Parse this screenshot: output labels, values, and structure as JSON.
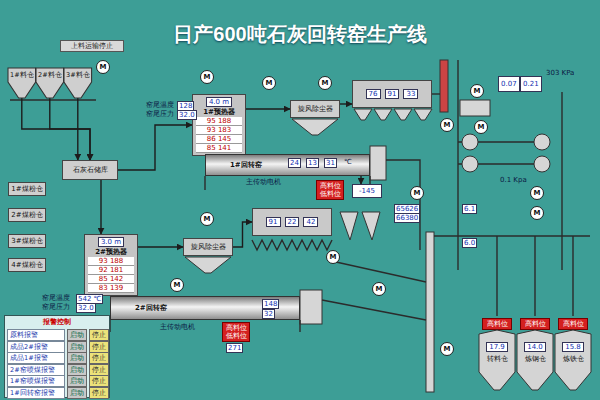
{
  "diagram": {
    "title": "日产600吨石灰回转窑生产线",
    "nodes": [
      {
        "text": [
          "上料运输停止"
        ]
      },
      {
        "text": [
          "1#料仓"
        ]
      },
      {
        "text": [
          "2#料仓"
        ]
      },
      {
        "text": [
          "3#料仓"
        ]
      },
      {
        "text": [
          "石灰石储库"
        ]
      },
      {
        "text": [
          "1#煤粉仓"
        ]
      },
      {
        "text": [
          "2#煤粉仓"
        ]
      },
      {
        "text": [
          "3#煤粉仓"
        ]
      },
      {
        "text": [
          "4#煤粉仓"
        ]
      },
      {
        "text": [
          "4.0 m",
          "1#预热器",
          "95 188",
          "93 183",
          "86 145",
          "85 141"
        ]
      },
      {
        "text": [
          "旋风除尘器"
        ]
      },
      {
        "text": [
          "76",
          "91",
          "33"
        ]
      },
      {
        "text": [
          "1#回转窑"
        ]
      },
      {
        "text": [
          "高料位",
          "低料位"
        ]
      },
      {
        "text": [
          "-145"
        ]
      },
      {
        "text": [
          "旋风除尘器"
        ]
      },
      {
        "text": [
          "91",
          "22",
          "42"
        ]
      },
      {
        "text": [
          "3.0 m",
          "2#预热器",
          "93 188",
          "92 181",
          "85 142",
          "83 139"
        ]
      },
      {
        "text": [
          "2#回转窑"
        ]
      },
      {
        "text": [
          "高料位",
          "低料位"
        ]
      },
      {
        "text": [
          "0.07"
        ]
      },
      {
        "text": [
          "0.21"
        ]
      },
      {
        "text": [
          "高料位"
        ]
      },
      {
        "text": [
          "17.9",
          "转料仓"
        ]
      },
      {
        "text": [
          "高料位"
        ]
      },
      {
        "text": [
          "14.0",
          "炼钢仓"
        ]
      },
      {
        "text": [
          "高料位"
        ]
      },
      {
        "text": [
          "15.8",
          "炼铁仓"
        ]
      },
      {
        "text": [
          "报警控制"
        ]
      },
      {
        "text": [
          "原料报警"
        ],
        "in": 28
      },
      {
        "text": [
          "启动"
        ],
        "in": 28
      },
      {
        "text": [
          "停止"
        ],
        "in": 28
      },
      {
        "text": [
          "成品2#报警"
        ],
        "in": 28
      },
      {
        "text": [
          "启动"
        ],
        "in": 28
      },
      {
        "text": [
          "停止"
        ],
        "in": 28
      },
      {
        "text": [
          "成品1#报警"
        ],
        "in": 28
      },
      {
        "text": [
          "启动"
        ],
        "in": 28
      },
      {
        "text": [
          "停止"
        ],
        "in": 28
      },
      {
        "text": [
          "2#窑喷煤报警"
        ],
        "in": 28
      },
      {
        "text": [
          "启动"
        ],
        "in": 28
      },
      {
        "text": [
          "停止"
        ],
        "in": 28
      },
      {
        "text": [
          "1#窑喷煤报警"
        ],
        "in": 28
      },
      {
        "text": [
          "启动"
        ],
        "in": 28
      },
      {
        "text": [
          "停止"
        ],
        "in": 28
      },
      {
        "text": [
          "1#回转窑报警"
        ],
        "in": 28
      },
      {
        "text": [
          "启动"
        ],
        "in": 28
      },
      {
        "text": [
          "停止"
        ],
        "in": 28
      },
      {
        "text": [
          "M"
        ]
      },
      {
        "text": [
          "M"
        ]
      },
      {
        "text": [
          "M"
        ]
      },
      {
        "text": [
          "M"
        ]
      },
      {
        "text": [
          "M"
        ]
      },
      {
        "text": [
          "M"
        ]
      },
      {
        "text": [
          "M"
        ]
      },
      {
        "text": [
          "M"
        ]
      },
      {
        "text": [
          "M"
        ]
      },
      {
        "text": [
          "M"
        ]
      },
      {
        "text": [
          "M"
        ]
      },
      {
        "text": [
          "M"
        ]
      },
      {
        "text": [
          "M"
        ]
      },
      {
        "text": [
          "M"
        ]
      },
      {
        "text": [
          "M"
        ]
      }
    ],
    "edges": [
      {
        "from": 1,
        "to": 4,
        "arrow": "to"
      },
      {
        "from": 2,
        "to": 4,
        "arrow": "to"
      },
      {
        "from": 3,
        "to": 4,
        "arrow": "to"
      },
      {
        "from": 4,
        "to": 9,
        "arrow": "to"
      },
      {
        "from": 4,
        "to": 17,
        "arrow": "to"
      },
      {
        "from": 9,
        "to": 12,
        "arrow": "none"
      },
      {
        "from": 9,
        "to": 10,
        "arrow": "to"
      },
      {
        "from": 10,
        "to": 11,
        "arrow": "to"
      },
      {
        "from": 17,
        "to": 18,
        "arrow": "none"
      },
      {
        "from": 17,
        "to": 15,
        "arrow": "to"
      },
      {
        "from": 15,
        "to": 16,
        "arrow": "to"
      },
      {
        "from": 12,
        "to": 14,
        "arrow": "to"
      }
    ],
    "labels": [
      "窑尾温度",
      "128",
      "窑尾压力",
      "32.0",
      "24",
      "13",
      "31",
      "主传动电机",
      "65626",
      "66380",
      "窑尾温度",
      "542 ℃",
      "窑尾压力",
      "32.0",
      "148",
      "32",
      "主传动电机",
      "271",
      "303 KPa",
      "0.1 Kpa",
      "6.1",
      "6.0",
      "℃"
    ]
  }
}
